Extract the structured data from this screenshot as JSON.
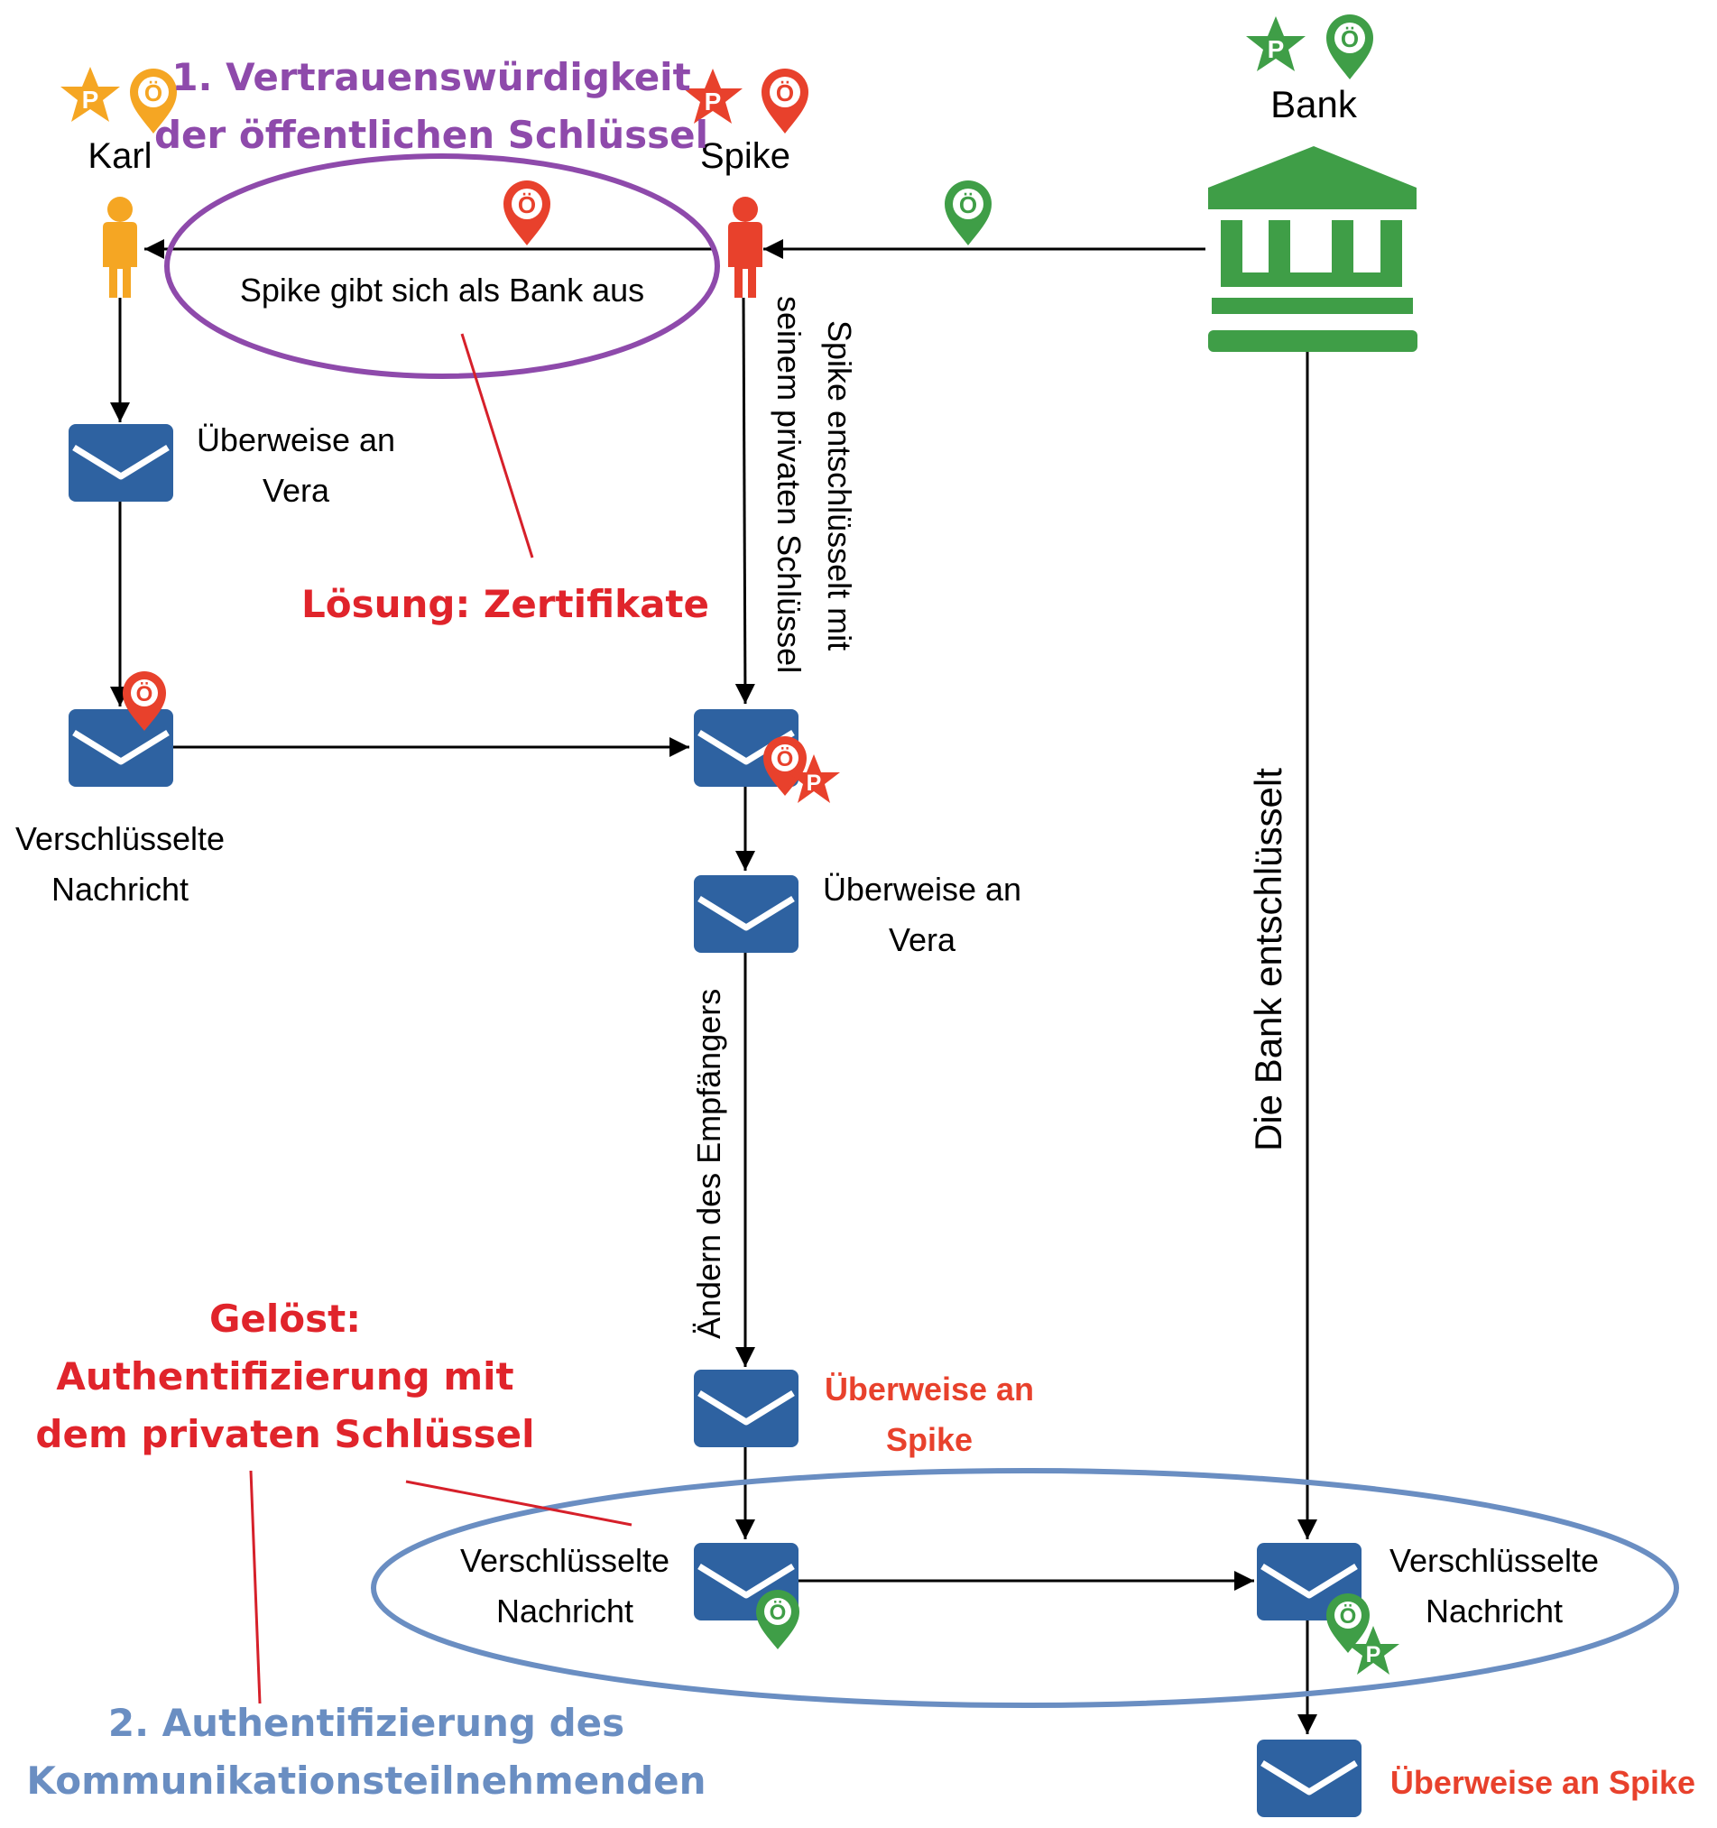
{
  "actors": {
    "karl": {
      "name": "Karl",
      "color": "#f5a623"
    },
    "spike": {
      "name": "Spike",
      "color": "#e8412c"
    },
    "bank": {
      "name": "Bank",
      "color": "#3f9e47"
    }
  },
  "key_markers": {
    "public": "Ö",
    "private": "P"
  },
  "labels": {
    "impersonation": "Spike gibt sich als Bank aus",
    "karl_message": [
      "Überweise an",
      "Vera"
    ],
    "karl_encrypted": [
      "Verschlüsselte",
      "Nachricht"
    ],
    "spike_decrypts": [
      "Spike entschlüsselt mit",
      "seinem privaten Schlüssel"
    ],
    "spike_message": [
      "Überweise an",
      "Vera"
    ],
    "change_recipient": "Ändern des Empfängers",
    "spike_modified": [
      "Überweise an",
      "Spike"
    ],
    "spike_encrypted": [
      "Verschlüsselte",
      "Nachricht"
    ],
    "bank_encrypted": [
      "Verschlüsselte",
      "Nachricht"
    ],
    "bank_decrypts": "Die Bank entschlüsselt",
    "bank_result": "Überweise an Spike"
  },
  "annotations": {
    "problem1": [
      "1. Vertrauenswürdigkeit",
      "der öffentlichen Schlüssel"
    ],
    "solution1": "Lösung: Zertifikate",
    "solved2": [
      "Gelöst:",
      "Authentifizierung mit",
      "dem privaten Schlüssel"
    ],
    "problem2": [
      "2. Authentifizierung des",
      "Kommunikationsteilnehmenden"
    ]
  },
  "colors": {
    "envelope": "#2e62a1",
    "purple": "#8e4aab",
    "red_text": "#e0242b",
    "blue_text": "#6a8ec2",
    "ellipse_purple": "#8e4aab",
    "ellipse_blue": "#6a8ec2",
    "annotation_line": "#d6202a",
    "modified_text": "#e8412c"
  },
  "icons": {
    "person": "person-icon",
    "bank": "bank-building-icon",
    "envelope": "envelope-icon",
    "public_key": "map-pin-icon",
    "private_key": "star-icon"
  }
}
